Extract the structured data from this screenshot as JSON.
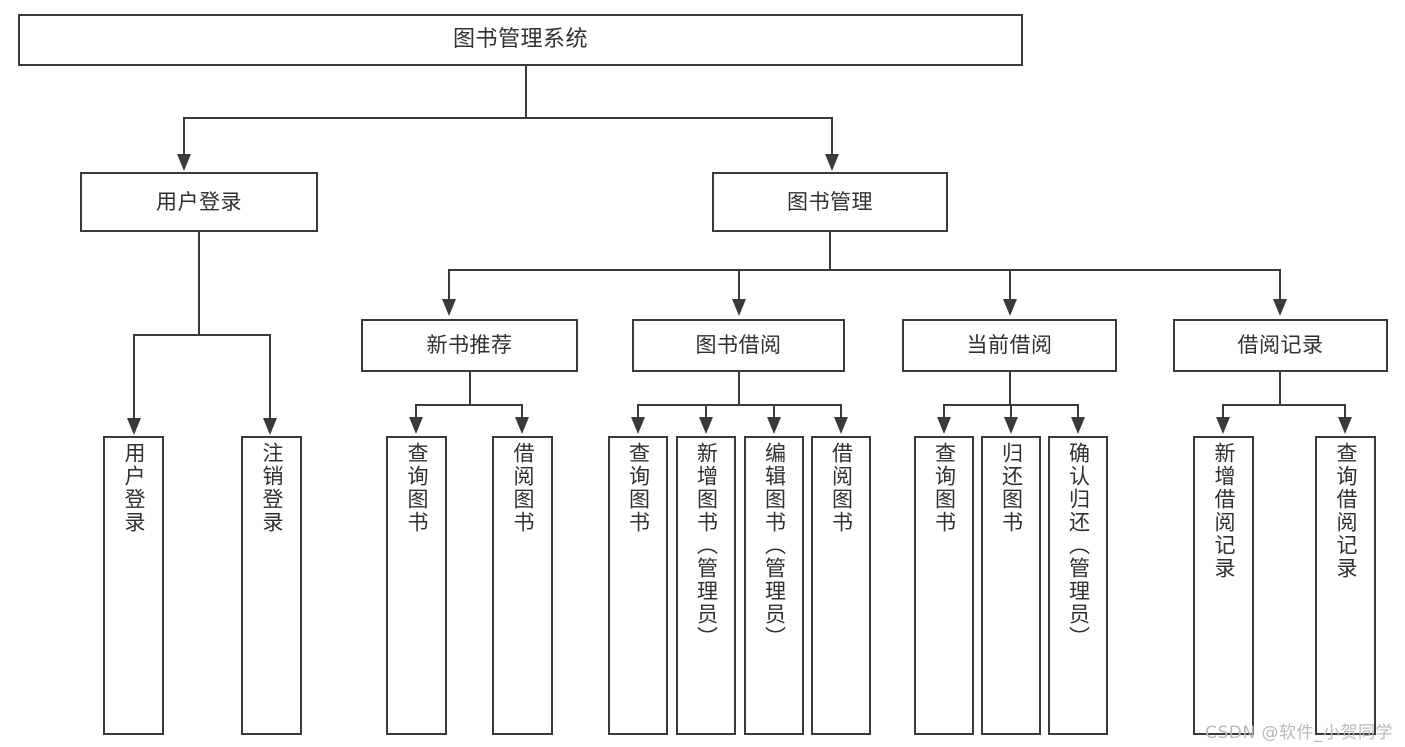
{
  "diagram": {
    "type": "hierarchy-tree",
    "root": {
      "id": "root",
      "label": "图书管理系统"
    },
    "level2": [
      {
        "id": "user-login",
        "label": "用户登录"
      },
      {
        "id": "book-manage",
        "label": "图书管理"
      }
    ],
    "level3": [
      {
        "id": "new-book-rec",
        "label": "新书推荐"
      },
      {
        "id": "book-borrow",
        "label": "图书借阅"
      },
      {
        "id": "current-borrow",
        "label": "当前借阅"
      },
      {
        "id": "borrow-record",
        "label": "借阅记录"
      }
    ],
    "leaves": {
      "user_login": [
        {
          "id": "leaf-user-login",
          "label": "用户登录"
        },
        {
          "id": "leaf-logout",
          "label": "注销登录"
        }
      ],
      "new_book_rec": [
        {
          "id": "leaf-query-book-1",
          "label": "查询图书"
        },
        {
          "id": "leaf-borrow-book-1",
          "label": "借阅图书"
        }
      ],
      "book_borrow": [
        {
          "id": "leaf-query-book-2",
          "label": "查询图书"
        },
        {
          "id": "leaf-add-book",
          "label": "新增图书（管理员）"
        },
        {
          "id": "leaf-edit-book",
          "label": "编辑图书（管理员）"
        },
        {
          "id": "leaf-borrow-book-2",
          "label": "借阅图书"
        }
      ],
      "current_borrow": [
        {
          "id": "leaf-query-book-3",
          "label": "查询图书"
        },
        {
          "id": "leaf-return-book",
          "label": "归还图书"
        },
        {
          "id": "leaf-confirm-return",
          "label": "确认归还（管理员）"
        }
      ],
      "borrow_record": [
        {
          "id": "leaf-add-record",
          "label": "新增借阅记录"
        },
        {
          "id": "leaf-query-record",
          "label": "查询借阅记录"
        }
      ]
    }
  },
  "watermark": {
    "text": "CSDN @软件_小贺同学"
  },
  "colors": {
    "stroke": "#3a3a3a",
    "text": "#32302f",
    "background": "#ffffff",
    "watermark": "#b9b9b9"
  }
}
